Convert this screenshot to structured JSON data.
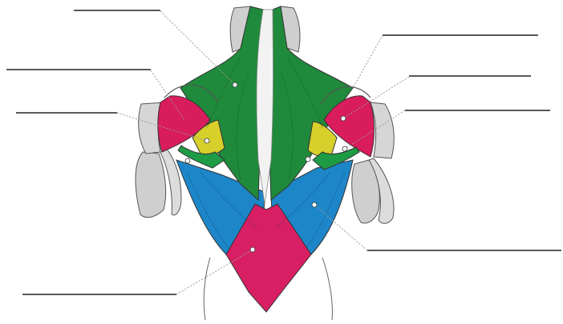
{
  "diagram": {
    "colors": {
      "trapezius": "#1f8a3b",
      "deltoid": "#d91c5c",
      "latissimus": "#1d86c8",
      "teres_minor": "#d7cf2a",
      "teres_major": "#1e9b45",
      "lumbar_fascia": "#d81f63",
      "arm": "#cfcfcf",
      "spine": "#f2f2f2"
    },
    "labels": [
      {
        "id": "label-1",
        "text": ""
      },
      {
        "id": "label-2",
        "text": ""
      },
      {
        "id": "label-3",
        "text": ""
      },
      {
        "id": "label-4",
        "text": ""
      },
      {
        "id": "label-5",
        "text": ""
      },
      {
        "id": "label-6",
        "text": ""
      },
      {
        "id": "label-7",
        "text": ""
      },
      {
        "id": "label-8",
        "text": ""
      }
    ]
  }
}
